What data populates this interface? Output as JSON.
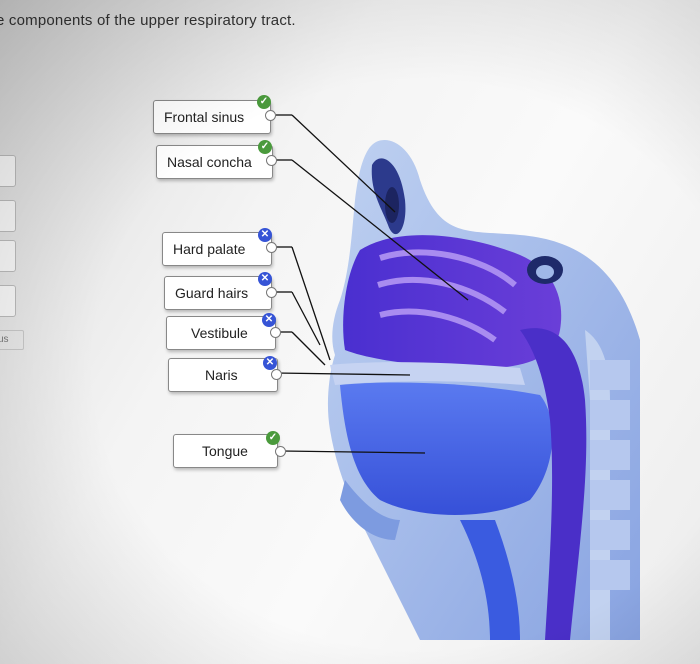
{
  "question": {
    "text": "e components of the upper respiratory tract."
  },
  "side": {
    "label": "us"
  },
  "labels": [
    {
      "text": "Frontal sinus",
      "status": "correct",
      "icon": "check-icon"
    },
    {
      "text": "Nasal concha",
      "status": "correct",
      "icon": "check-icon"
    },
    {
      "text": "Hard palate",
      "status": "incorrect",
      "icon": "x-icon"
    },
    {
      "text": "Guard hairs",
      "status": "incorrect",
      "icon": "x-icon"
    },
    {
      "text": "Vestibule",
      "status": "incorrect",
      "icon": "x-icon"
    },
    {
      "text": "Naris",
      "status": "incorrect",
      "icon": "x-icon"
    },
    {
      "text": "Tongue",
      "status": "correct",
      "icon": "check-icon"
    }
  ],
  "colors": {
    "tissue_purple": "#5b3fd8",
    "tissue_blue": "#3a5be0",
    "soft_tissue": "#9fb8e8",
    "check_green": "#4a9a3c",
    "x_blue": "#3654d6"
  }
}
